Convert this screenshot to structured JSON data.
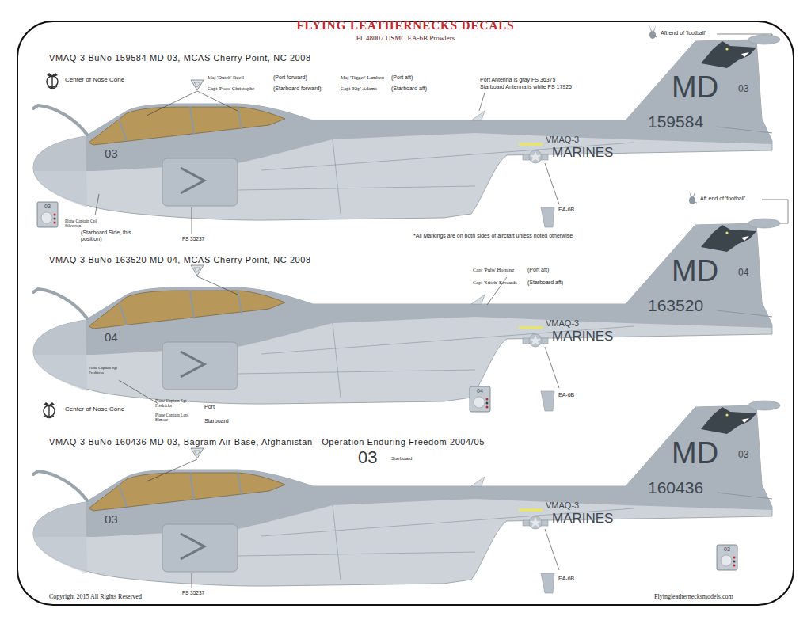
{
  "diagram": {
    "title": "FLYING LEATHERNECKS DECALS",
    "labels": [
      "FL 48007 USMC EA-6B Prowlers",
      "VMAQ-3 BuNo 159584 MD 03, MCAS Cherry Point, NC 2008",
      "Center of Nose Cone",
      "Maj 'Dutch' Ruell",
      "(Port forward)",
      "Maj 'Tigger' Lambert",
      "(Port aft)",
      "Capt 'Poco' Christophe",
      "(Starboard forward)",
      "Capt 'Kip' Adams",
      "(Starboard aft)",
      "Port Antenna is gray FS 36375",
      "Starboard Antenna is white FS 17925",
      "Aft end of 'football'",
      "MD",
      "03",
      "159584",
      "03",
      "VMAQ-3",
      "MARINES",
      "03",
      "EA-6B",
      "Plane Captain Cpl Silverton",
      "(Starboard Side, this position)",
      "FS 35237",
      "*All Markings are on both sides of aircraft unless noted otherwise",
      "Aft end of 'football'",
      "VMAQ-3 BuNo 163520 MD 04, MCAS Cherry Point, NC 2008",
      "Capt 'Pubs' Horning",
      "(Port aft)",
      "Capt 'Stitch' Edwards",
      "(Starboard aft)",
      "MD",
      "04",
      "163520",
      "04",
      "VMAQ-3",
      "MARINES",
      "Plane Captain Sgt Fredricks",
      "04",
      "EA-6B",
      "Plane Captain Sgt Fredricks",
      "Port",
      "Plane Captain Lcpl Elmore",
      "Starboard",
      "Center of Nose Cone",
      "VMAQ-3 BuNo 160436 MD 03, Bagram Air Base, Afghanistan - Operation Enduring Freedom 2004/05",
      "03",
      "Starboard",
      "MD",
      "03",
      "160436",
      "03",
      "VMAQ-3",
      "MARINES",
      "03",
      "EA-6B",
      "FS 35237",
      "Copyright 2015 All Rights Reserved",
      "Flyingleathernecksmodels.com"
    ]
  }
}
